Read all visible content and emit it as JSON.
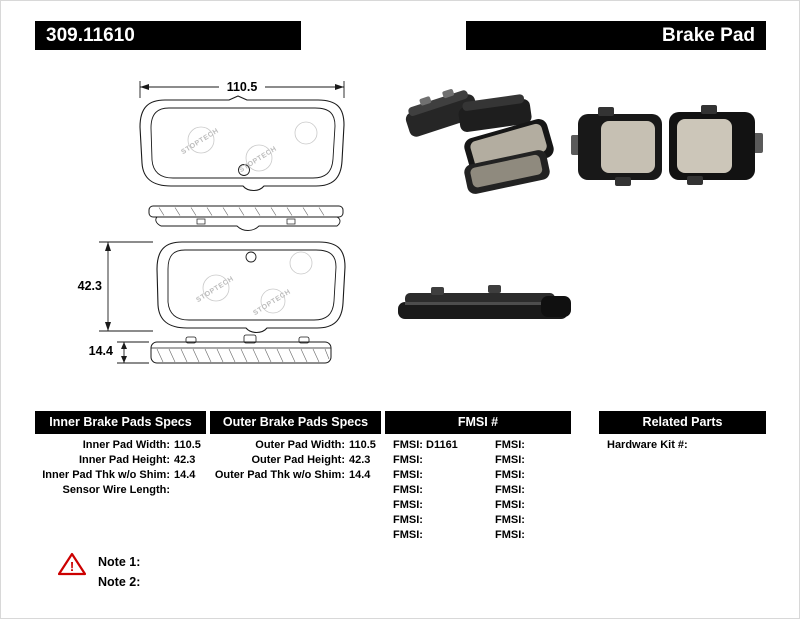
{
  "header": {
    "part_number": "309.11610",
    "product_type": "Brake Pad"
  },
  "drawing": {
    "dim_width": "110.5",
    "dim_height": "42.3",
    "dim_thickness": "14.4",
    "watermark": "STOPTECH"
  },
  "specs": {
    "inner": {
      "title": "Inner Brake Pads Specs",
      "rows": [
        {
          "label": "Inner Pad Width:",
          "value": "110.5"
        },
        {
          "label": "Inner Pad Height:",
          "value": "42.3"
        },
        {
          "label": "Inner Pad Thk w/o Shim:",
          "value": "14.4"
        },
        {
          "label": "Sensor Wire Length:",
          "value": ""
        }
      ]
    },
    "outer": {
      "title": "Outer Brake Pads Specs",
      "rows": [
        {
          "label": "Outer Pad Width:",
          "value": "110.5"
        },
        {
          "label": "Outer Pad Height:",
          "value": "42.3"
        },
        {
          "label": "Outer Pad Thk w/o Shim:",
          "value": "14.4"
        }
      ]
    },
    "fmsi": {
      "title": "FMSI #",
      "col1": [
        "FMSI: D1161",
        "FMSI:",
        "FMSI:",
        "FMSI:",
        "FMSI:",
        "FMSI:",
        "FMSI:"
      ],
      "col2": [
        "FMSI:",
        "FMSI:",
        "FMSI:",
        "FMSI:",
        "FMSI:",
        "FMSI:",
        "FMSI:"
      ]
    },
    "related": {
      "title": "Related Parts",
      "rows": [
        "Hardware Kit #:"
      ]
    }
  },
  "notes": {
    "warning_icon": "!",
    "note1": "Note 1:",
    "note2": "Note 2:"
  }
}
